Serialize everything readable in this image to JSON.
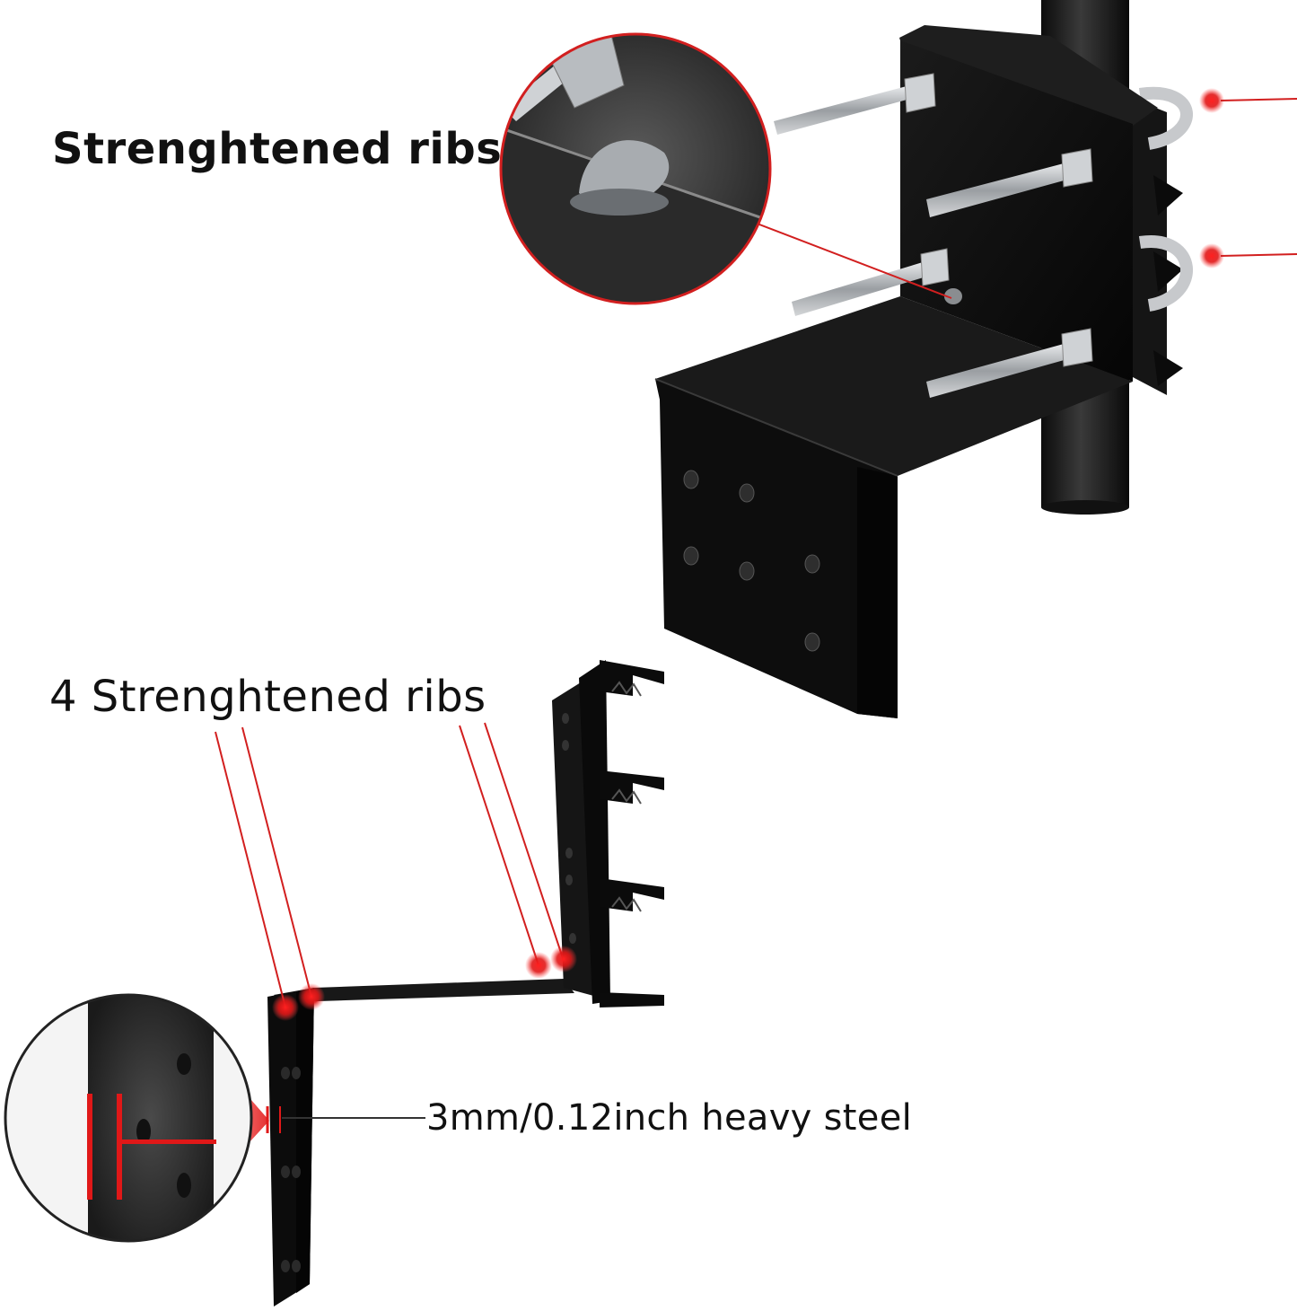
{
  "labels": {
    "weld_callout": "Strenghtened ribs",
    "ribs_callout": "4 Strenghtened ribs",
    "steel_callout": "3mm/0.12inch heavy steel"
  },
  "colors": {
    "accent_red": "#d21f1f",
    "bracket_black": "#111111",
    "bolt_steel": "#b8bcc0",
    "background": "#ffffff"
  }
}
